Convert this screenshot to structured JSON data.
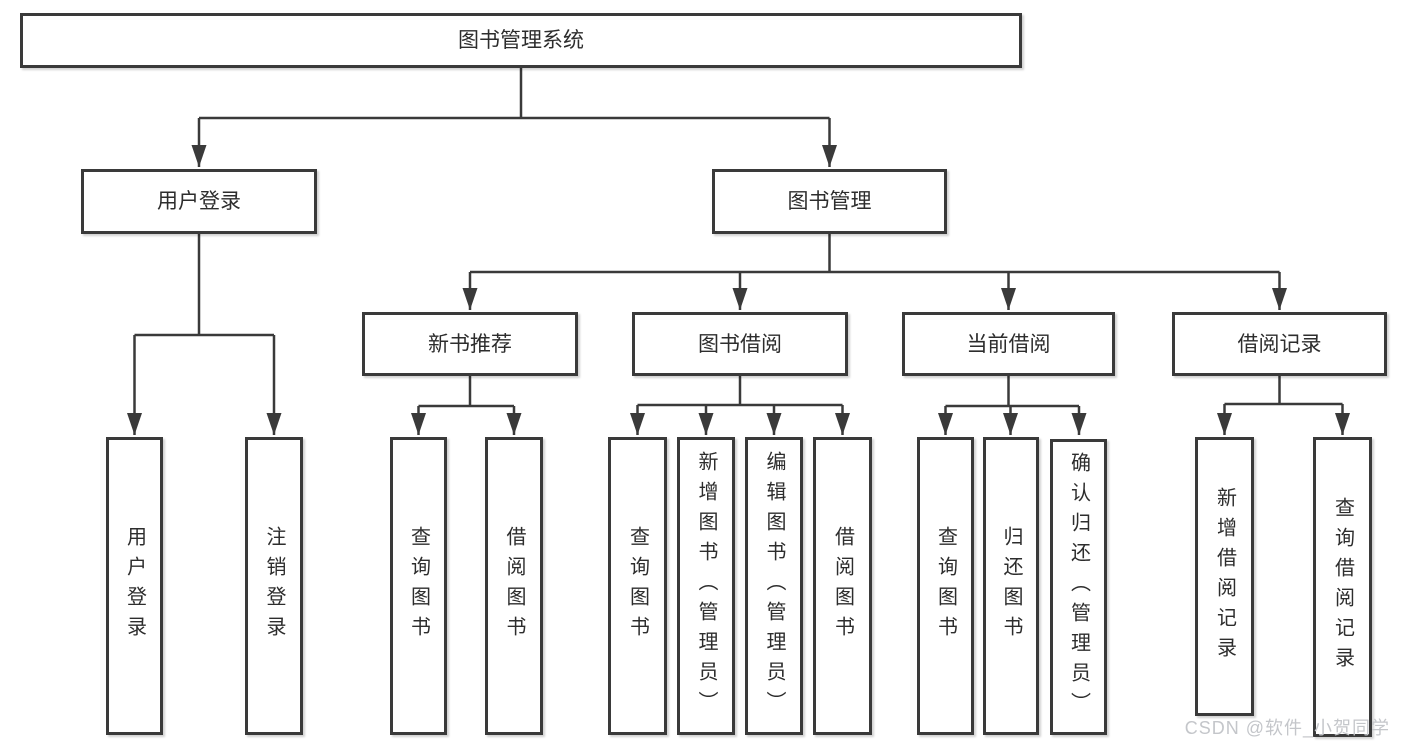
{
  "diagram": {
    "label": "图书管理系统",
    "children": [
      {
        "label": "用户登录",
        "children": [
          {
            "label": "用户登录"
          },
          {
            "label": "注销登录"
          }
        ]
      },
      {
        "label": "图书管理",
        "children": [
          {
            "label": "新书推荐",
            "children": [
              {
                "label": "查询图书"
              },
              {
                "label": "借阅图书"
              }
            ]
          },
          {
            "label": "图书借阅",
            "children": [
              {
                "label": "查询图书"
              },
              {
                "label": "新增图书（管理员）"
              },
              {
                "label": "编辑图书（管理员）"
              },
              {
                "label": "借阅图书"
              }
            ]
          },
          {
            "label": "当前借阅",
            "children": [
              {
                "label": "查询图书"
              },
              {
                "label": "归还图书"
              },
              {
                "label": "确认归还（管理员）"
              }
            ]
          },
          {
            "label": "借阅记录",
            "children": [
              {
                "label": "新增借阅记录"
              },
              {
                "label": "查询借阅记录"
              }
            ]
          }
        ]
      }
    ]
  },
  "watermark": {
    "text": "CSDN @软件_小贺同学"
  },
  "colors": {
    "line": "#3a3a3a",
    "text": "#2d2d2d",
    "watermark": "#c4c6ca",
    "background": "#ffffff"
  }
}
